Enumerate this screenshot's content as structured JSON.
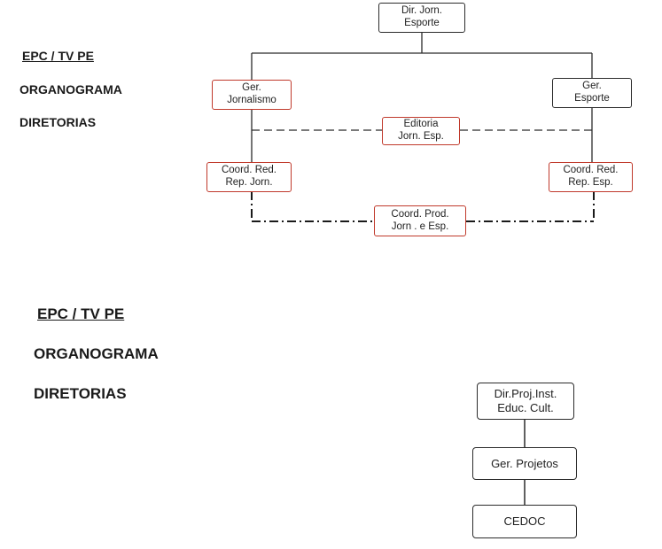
{
  "chart1": {
    "heading_line1": "EPC / TV PE",
    "heading_line2": "ORGANOGRAMA",
    "heading_line3": "DIRETORIAS",
    "boxes": {
      "dir_jorn_esporte": [
        "Dir. Jorn.",
        "Esporte"
      ],
      "ger_jornalismo": [
        "Ger.",
        "Jornalismo"
      ],
      "ger_esporte": [
        "Ger.",
        "Esporte"
      ],
      "editoria": [
        "Editoria",
        "Jorn. Esp."
      ],
      "coord_red_jorn": [
        "Coord. Red.",
        "Rep. Jorn."
      ],
      "coord_red_esp": [
        "Coord. Red.",
        "Rep. Esp."
      ],
      "coord_prod": [
        "Coord. Prod.",
        "Jorn . e Esp."
      ]
    }
  },
  "chart2": {
    "heading_line1": "EPC / TV PE",
    "heading_line2": "ORGANOGRAMA",
    "heading_line3": "DIRETORIAS",
    "boxes": {
      "dir_proj_inst": [
        "Dir.Proj.Inst.",
        "Educ. Cult."
      ],
      "ger_projetos": [
        "Ger. Projetos"
      ],
      "cedoc": [
        "CEDOC"
      ]
    }
  },
  "colors": {
    "line": "#2b2b2b",
    "red_border": "#c0392b",
    "black_border": "#2b2b2b"
  }
}
